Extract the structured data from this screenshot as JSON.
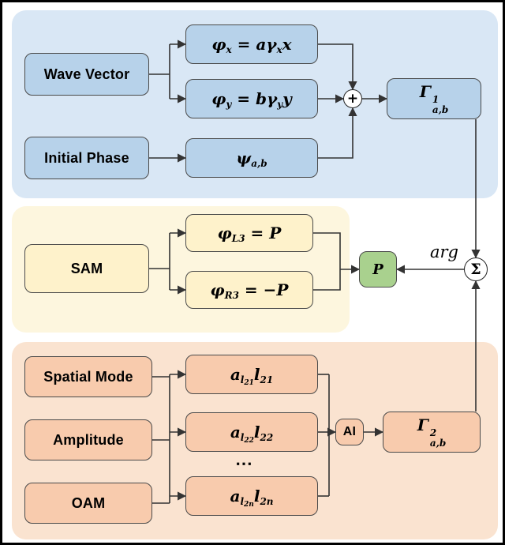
{
  "colors": {
    "panel_blue": "#d9e7f5",
    "panel_yellow": "#fdf6de",
    "panel_orange": "#fae3d0",
    "box_blue": "#b7d2ea",
    "box_yellow": "#fef2cb",
    "box_orange": "#f8cbad",
    "box_green": "#a9d18e",
    "stroke": "#333333"
  },
  "top_section": {
    "wave_vector": "Wave Vector",
    "initial_phase": "Initial Phase",
    "phi_x": [
      {
        "t": "φ"
      },
      {
        "sub": "x"
      },
      {
        "t": " = aγ"
      },
      {
        "sub": "x"
      },
      {
        "t": "x"
      }
    ],
    "phi_y": [
      {
        "t": "φ"
      },
      {
        "sub": "y"
      },
      {
        "t": " = bγ"
      },
      {
        "sub": "y"
      },
      {
        "t": "y"
      }
    ],
    "psi": [
      {
        "t": "ψ"
      },
      {
        "sub": "a,b"
      }
    ],
    "plus": "+",
    "gamma1": [
      {
        "t": "Γ"
      },
      {
        "supsub": [
          "1",
          "a,b"
        ]
      }
    ]
  },
  "middle_section": {
    "sam": "SAM",
    "phi_l3": [
      {
        "t": "φ"
      },
      {
        "sub": "L3"
      },
      {
        "t": " = P"
      }
    ],
    "phi_r3": [
      {
        "t": "φ"
      },
      {
        "sub": "R3"
      },
      {
        "t": " = −P"
      }
    ],
    "p_label": "P",
    "arg": "arg",
    "sigma": "Σ"
  },
  "bottom_section": {
    "spatial_mode": "Spatial Mode",
    "amplitude": "Amplitude",
    "oam": "OAM",
    "row1": [
      {
        "t": "a"
      },
      {
        "sub": "l"
      },
      {
        "sub2": "21"
      },
      {
        "t": "l"
      },
      {
        "sub": "21"
      }
    ],
    "row2": [
      {
        "t": "a"
      },
      {
        "sub": "l"
      },
      {
        "sub2": "22"
      },
      {
        "t": "l"
      },
      {
        "sub": "22"
      }
    ],
    "dots": "⋯",
    "row3": [
      {
        "t": "a"
      },
      {
        "sub": "l"
      },
      {
        "sub2": "2n"
      },
      {
        "t": "l"
      },
      {
        "sub": "2n"
      }
    ],
    "ai": "AI",
    "gamma2": [
      {
        "t": "Γ"
      },
      {
        "supsub": [
          "2",
          "a,b"
        ]
      }
    ]
  }
}
